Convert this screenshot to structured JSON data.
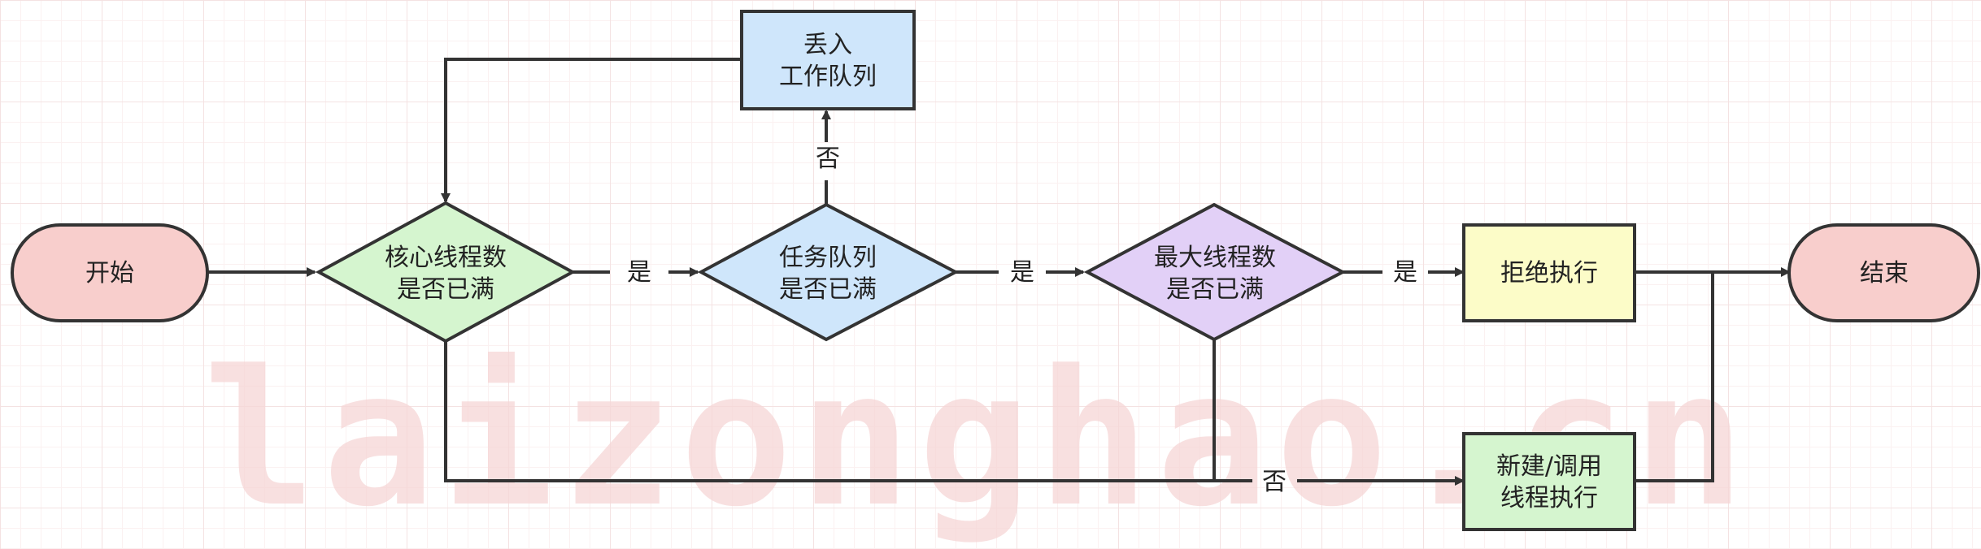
{
  "watermark": "laizonghao.cn",
  "nodes": {
    "start": {
      "lines": [
        "开始"
      ]
    },
    "core_full": {
      "lines": [
        "核心线程数",
        "是否已满"
      ]
    },
    "queue_full": {
      "lines": [
        "任务队列",
        "是否已满"
      ]
    },
    "max_full": {
      "lines": [
        "最大线程数",
        "是否已满"
      ]
    },
    "enqueue": {
      "lines": [
        "丢入",
        "工作队列"
      ]
    },
    "reject": {
      "lines": [
        "拒绝执行"
      ]
    },
    "new_thread": {
      "lines": [
        "新建/调用",
        "线程执行"
      ]
    },
    "end": {
      "lines": [
        "结束"
      ]
    }
  },
  "edge_labels": {
    "core_yes": "是",
    "queue_yes": "是",
    "max_yes": "是",
    "queue_no": "否",
    "bottom_no": "否"
  },
  "colors": {
    "stroke": "#333333",
    "terminal_fill": "#f8cecc",
    "core_fill": "#d5f5cf",
    "queue_fill": "#cfe6fb",
    "max_fill": "#e2d0f7",
    "reject_fill": "#fcfcc8",
    "new_thread_fill": "#d5f5cf",
    "enqueue_fill": "#cfe6fb"
  }
}
